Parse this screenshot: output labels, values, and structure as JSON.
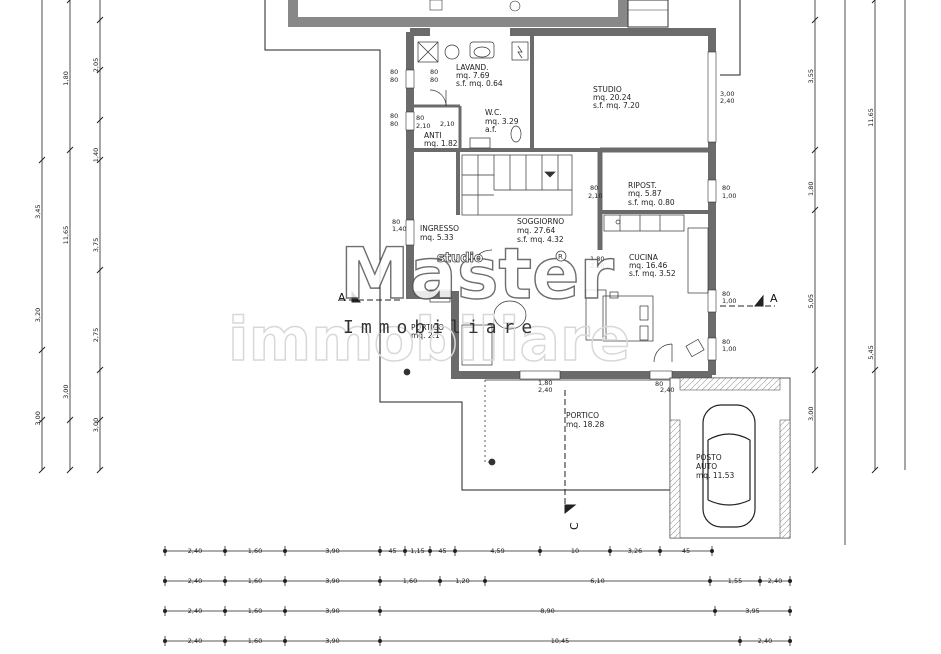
{
  "rooms": [
    {
      "key": "lavand",
      "name": "LAVAND.",
      "area": "mq. 7.69",
      "extra": "s.f. mq. 0.64"
    },
    {
      "key": "wc",
      "name": "W.C.",
      "area": "mq. 3.29",
      "extra": "a.f."
    },
    {
      "key": "anti",
      "name": "ANTI",
      "area": "mq. 1.82",
      "extra": ""
    },
    {
      "key": "studio",
      "name": "STUDIO",
      "area": "mq. 20.24",
      "extra": "s.f. mq. 7.20"
    },
    {
      "key": "ripost",
      "name": "RIPOST.",
      "area": "mq. 5.87",
      "extra": "s.f. mq.  0.80"
    },
    {
      "key": "ingresso",
      "name": "INGRESSO",
      "area": "mq. 5.33",
      "extra": ""
    },
    {
      "key": "soggiorno",
      "name": "SOGGIORNO",
      "area": "mq. 27.64",
      "extra": "s.f. mq. 4.32"
    },
    {
      "key": "cucina",
      "name": "CUCINA",
      "area": "mq. 16.46",
      "extra": "s.f. mq.  3.52"
    },
    {
      "key": "portico_small",
      "name": "PORTICO",
      "area": "mq. 2.1",
      "extra": ""
    },
    {
      "key": "portico",
      "name": "PORTICO",
      "area": "mq. 18.28",
      "extra": ""
    },
    {
      "key": "posto_auto",
      "name": "POSTO",
      "area": "AUTO",
      "extra": "mq. 11.53"
    }
  ],
  "section_marks": {
    "a_left": "A",
    "a_right": "A",
    "c": "C"
  },
  "watermark": {
    "brand": "Master",
    "studio": "studio",
    "sub": "Immobiliare",
    "background": "immobiliare"
  },
  "left_dims": {
    "col1": [
      "3,45",
      "3,20",
      "3,00"
    ],
    "col2": [
      "1,80",
      "11,65",
      "3,00"
    ],
    "col3": [
      "2,05",
      "1,40",
      "3,75",
      "2,75",
      "3,00"
    ]
  },
  "right_dims": {
    "col1": [
      "3,55",
      "1,80",
      "5,05",
      "3,00"
    ],
    "col2": [
      "11,65",
      "5,45"
    ]
  },
  "window_labels": [
    "80",
    "80",
    "80",
    "80",
    "80",
    "80",
    "2,10",
    "80",
    "2,10",
    "3,00",
    "2,40",
    "80",
    "2,10",
    "80",
    "1,00",
    "80",
    "1,40",
    "1,80",
    "2,10",
    "80",
    "1,00",
    "80",
    "1,00",
    "1,80",
    "2,40",
    "80",
    "2,40"
  ],
  "bottom_dims": [
    [
      "2,40",
      "1,60",
      "3,90",
      "45",
      "1,15",
      "45",
      "4,59",
      "10",
      "3,26",
      "45"
    ],
    [
      "2,40",
      "1,60",
      "3,90",
      "1,60",
      "1,20",
      "6,10",
      "1,55",
      "2,40"
    ],
    [
      "2,40",
      "1,60",
      "3,90",
      "8,90",
      "3,95"
    ],
    [
      "2,40",
      "1,60",
      "3,90",
      "10,45",
      "2,40"
    ]
  ]
}
